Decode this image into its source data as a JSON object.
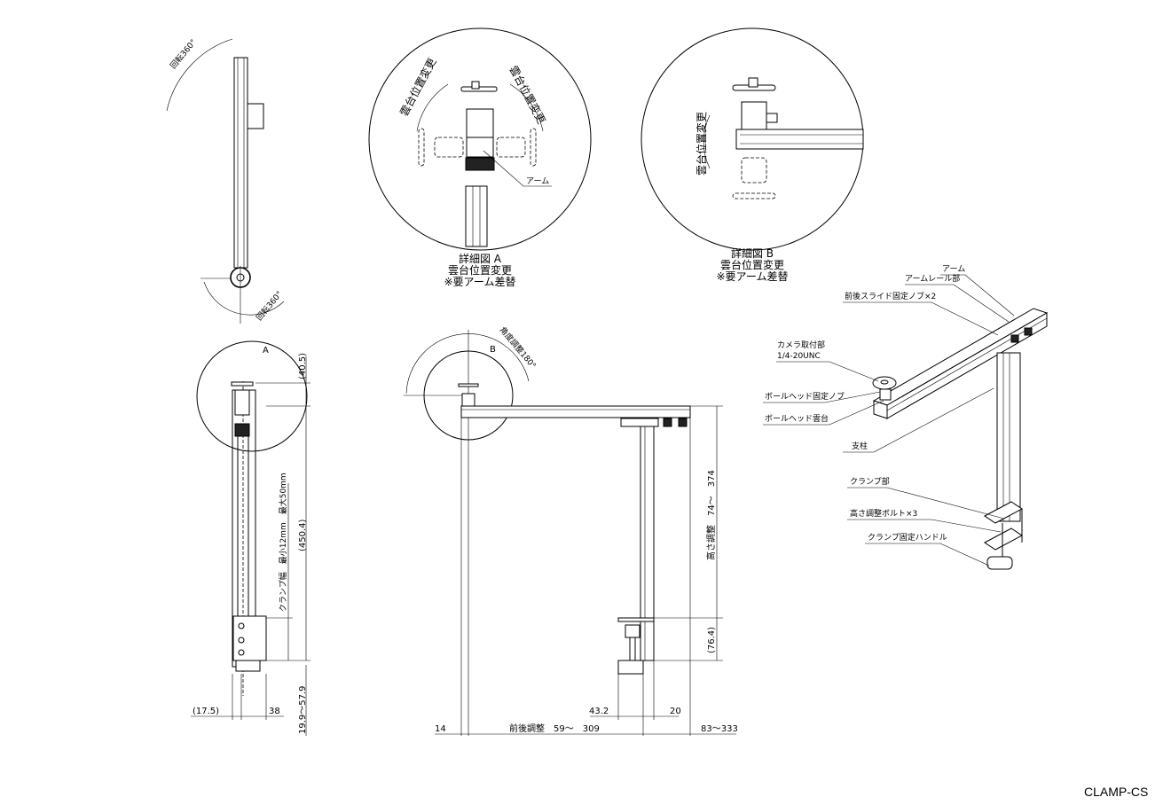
{
  "title_block": {
    "drawing_no": "CLAMP-CS"
  },
  "top_view": {
    "rotate_top": "回転360°",
    "rotate_bottom": "回転360°"
  },
  "detail_a": {
    "dir_left": "雲台位置変更",
    "dir_right": "雲台位置変更",
    "arm_label": "アーム",
    "caption": [
      "詳細図 A",
      "雲台位置変更",
      "※要アーム差替"
    ]
  },
  "detail_b": {
    "dir_left": "雲台位置変更",
    "caption": [
      "詳細図 B",
      "雲台位置変更",
      "※要アーム差替"
    ]
  },
  "front_view": {
    "detail_marker": "A",
    "dim_top": "(40.5)",
    "dim_total": "(450.4)",
    "clamp_width": "クランプ幅　最小12mm　最大50mm",
    "dim_offset": "(17.5)",
    "dim_width": "38",
    "dim_clamp_range": "19.9～57.9"
  },
  "side_view": {
    "detail_marker": "B",
    "angle": "角度調整180°",
    "height_adjust": "高さ調整　74～　374",
    "dim_clamp": "(76.4)",
    "dim_clamp_depth": "43.2",
    "dim_column": "20",
    "dim_front": "14",
    "slide_adjust": "前後調整　59～　309",
    "dim_rear": "83～333"
  },
  "iso_view": {
    "labels": {
      "arm": "アーム",
      "arm_rail": "アームレール部",
      "slide_knob": "前後スライド固定ノブ×2",
      "camera_mount": "カメラ取付部",
      "camera_thread": "1/4-20UNC",
      "ballhead_knob": "ボールヘッド固定ノブ",
      "ballhead": "ボールヘッド雲台",
      "column": "支柱",
      "clamp": "クランプ部",
      "height_bolt": "高さ調整ボルト×3",
      "clamp_handle": "クランプ固定ハンドル"
    }
  }
}
